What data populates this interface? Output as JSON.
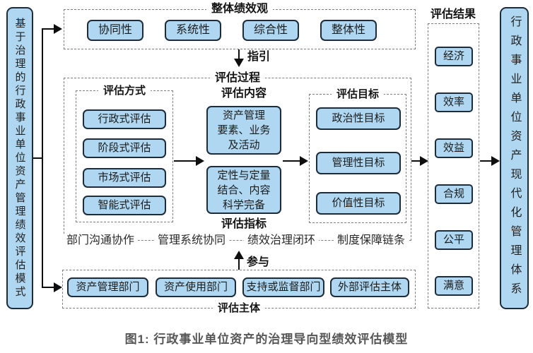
{
  "colors": {
    "box_fill": "#AFD7F1",
    "box_border": "#1D2C3B",
    "dashed_border": "#7E7E7E",
    "arrow": "#0E0E0E",
    "caption_text": "#575757"
  },
  "left_panel": {
    "label": "基于治理的行政事业单位资产管理绩效评估模式"
  },
  "right_panel": {
    "label": "行政事业单位资产现代化管理体系"
  },
  "overall": {
    "title": "整体绩效观",
    "items": [
      "协同性",
      "系统性",
      "综合性",
      "整体性"
    ]
  },
  "arrows": {
    "guide": "指引",
    "participate": "参与"
  },
  "process": {
    "title": "评估过程",
    "methods": {
      "title": "评估方式",
      "items": [
        "行政式评估",
        "阶段式评估",
        "市场式评估",
        "智能式评估"
      ]
    },
    "content": {
      "title": "评估内容",
      "box1": "资产管理\n要素、业务\n及活动",
      "box2": "定性与定量\n结合、内容\n科学完备",
      "footer": "评估指标"
    },
    "goals": {
      "title": "评估目标",
      "items": [
        "政治性目标",
        "管理性目标",
        "价值性目标"
      ]
    },
    "indicators": [
      "部门沟通协作",
      "管理系统协同",
      "绩效治理闭环",
      "制度保障链条"
    ]
  },
  "subjects": {
    "title": "评估主体",
    "items": [
      "资产管理部门",
      "资产使用部门",
      "支持或监督部门",
      "外部评估主体"
    ]
  },
  "results": {
    "title": "评估结果",
    "items": [
      "经济",
      "效率",
      "效益",
      "合规",
      "公平",
      "满意"
    ]
  },
  "caption": {
    "text": "图1: 行政事业单位资产的治理导向型绩效评估模型"
  }
}
